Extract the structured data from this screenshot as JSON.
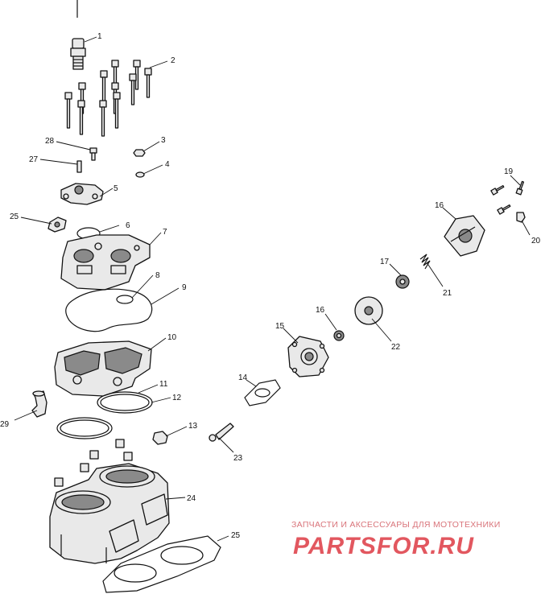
{
  "callouts": {
    "c1": "1",
    "c2": "2",
    "c3": "3",
    "c4": "4",
    "c5": "5",
    "c6": "6",
    "c7": "7",
    "c8": "8",
    "c9": "9",
    "c10": "10",
    "c11": "11",
    "c12": "12",
    "c13": "13",
    "c14": "14",
    "c15": "15",
    "c16a": "16",
    "c16b": "16",
    "c17": "17",
    "c19": "19",
    "c20": "20",
    "c21": "21",
    "c22": "22",
    "c23": "23",
    "c24": "24",
    "c25a": "25",
    "c25b": "25",
    "c27": "27",
    "c28": "28",
    "c29": "29"
  },
  "watermark": {
    "subtitle": "ЗАПЧАСТИ И АКСЕССУАРЫ ДЛЯ МОТОТЕХНИКИ",
    "brand": "PARTSFOR.RU"
  }
}
